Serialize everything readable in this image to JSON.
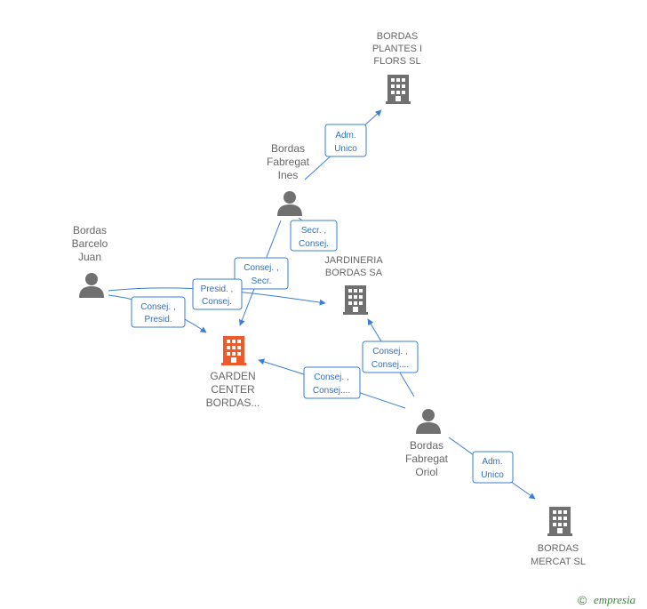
{
  "nodes": {
    "bordas_plantes": {
      "label": [
        "BORDAS",
        "PLANTES I",
        "FLORS SL"
      ],
      "type": "company",
      "color": "#707070"
    },
    "bordas_ines": {
      "label": [
        "Bordas",
        "Fabregat",
        "Ines"
      ],
      "type": "person",
      "color": "#707070"
    },
    "bordas_juan": {
      "label": [
        "Bordas",
        "Barcelo",
        "Juan"
      ],
      "type": "person",
      "color": "#707070"
    },
    "jardineria": {
      "label": [
        "JARDINERIA",
        "BORDAS SA"
      ],
      "type": "company",
      "color": "#707070"
    },
    "garden_center": {
      "label": [
        "GARDEN",
        "CENTER",
        "BORDAS..."
      ],
      "type": "company",
      "color": "#ee5a2a"
    },
    "bordas_oriol": {
      "label": [
        "Bordas",
        "Fabregat",
        "Oriol"
      ],
      "type": "person",
      "color": "#707070"
    },
    "bordas_mercat": {
      "label": [
        "BORDAS",
        "MERCAT  SL"
      ],
      "type": "company",
      "color": "#707070"
    }
  },
  "edges": [
    {
      "id": "ines-plantes",
      "label": [
        "Adm.",
        "Unico"
      ]
    },
    {
      "id": "ines-jardineria",
      "label": [
        "Secr. ,",
        "Consej."
      ]
    },
    {
      "id": "ines-garden",
      "label": [
        "Consej. ,",
        "Secr."
      ]
    },
    {
      "id": "juan-jardineria",
      "label": [
        "Presid. ,",
        "Consej."
      ]
    },
    {
      "id": "juan-garden",
      "label": [
        "Consej. ,",
        "Presid."
      ]
    },
    {
      "id": "oriol-jardineria",
      "label": [
        "Consej. ,",
        "Consej...."
      ]
    },
    {
      "id": "oriol-garden",
      "label": [
        "Consej. ,",
        "Consej...."
      ]
    },
    {
      "id": "oriol-mercat",
      "label": [
        "Adm.",
        "Unico"
      ]
    }
  ],
  "brand": {
    "copyright": "©",
    "name": "empresia"
  },
  "colors": {
    "edge": "#3a7fd5",
    "icon": "#707070",
    "focus": "#ee5a2a"
  }
}
